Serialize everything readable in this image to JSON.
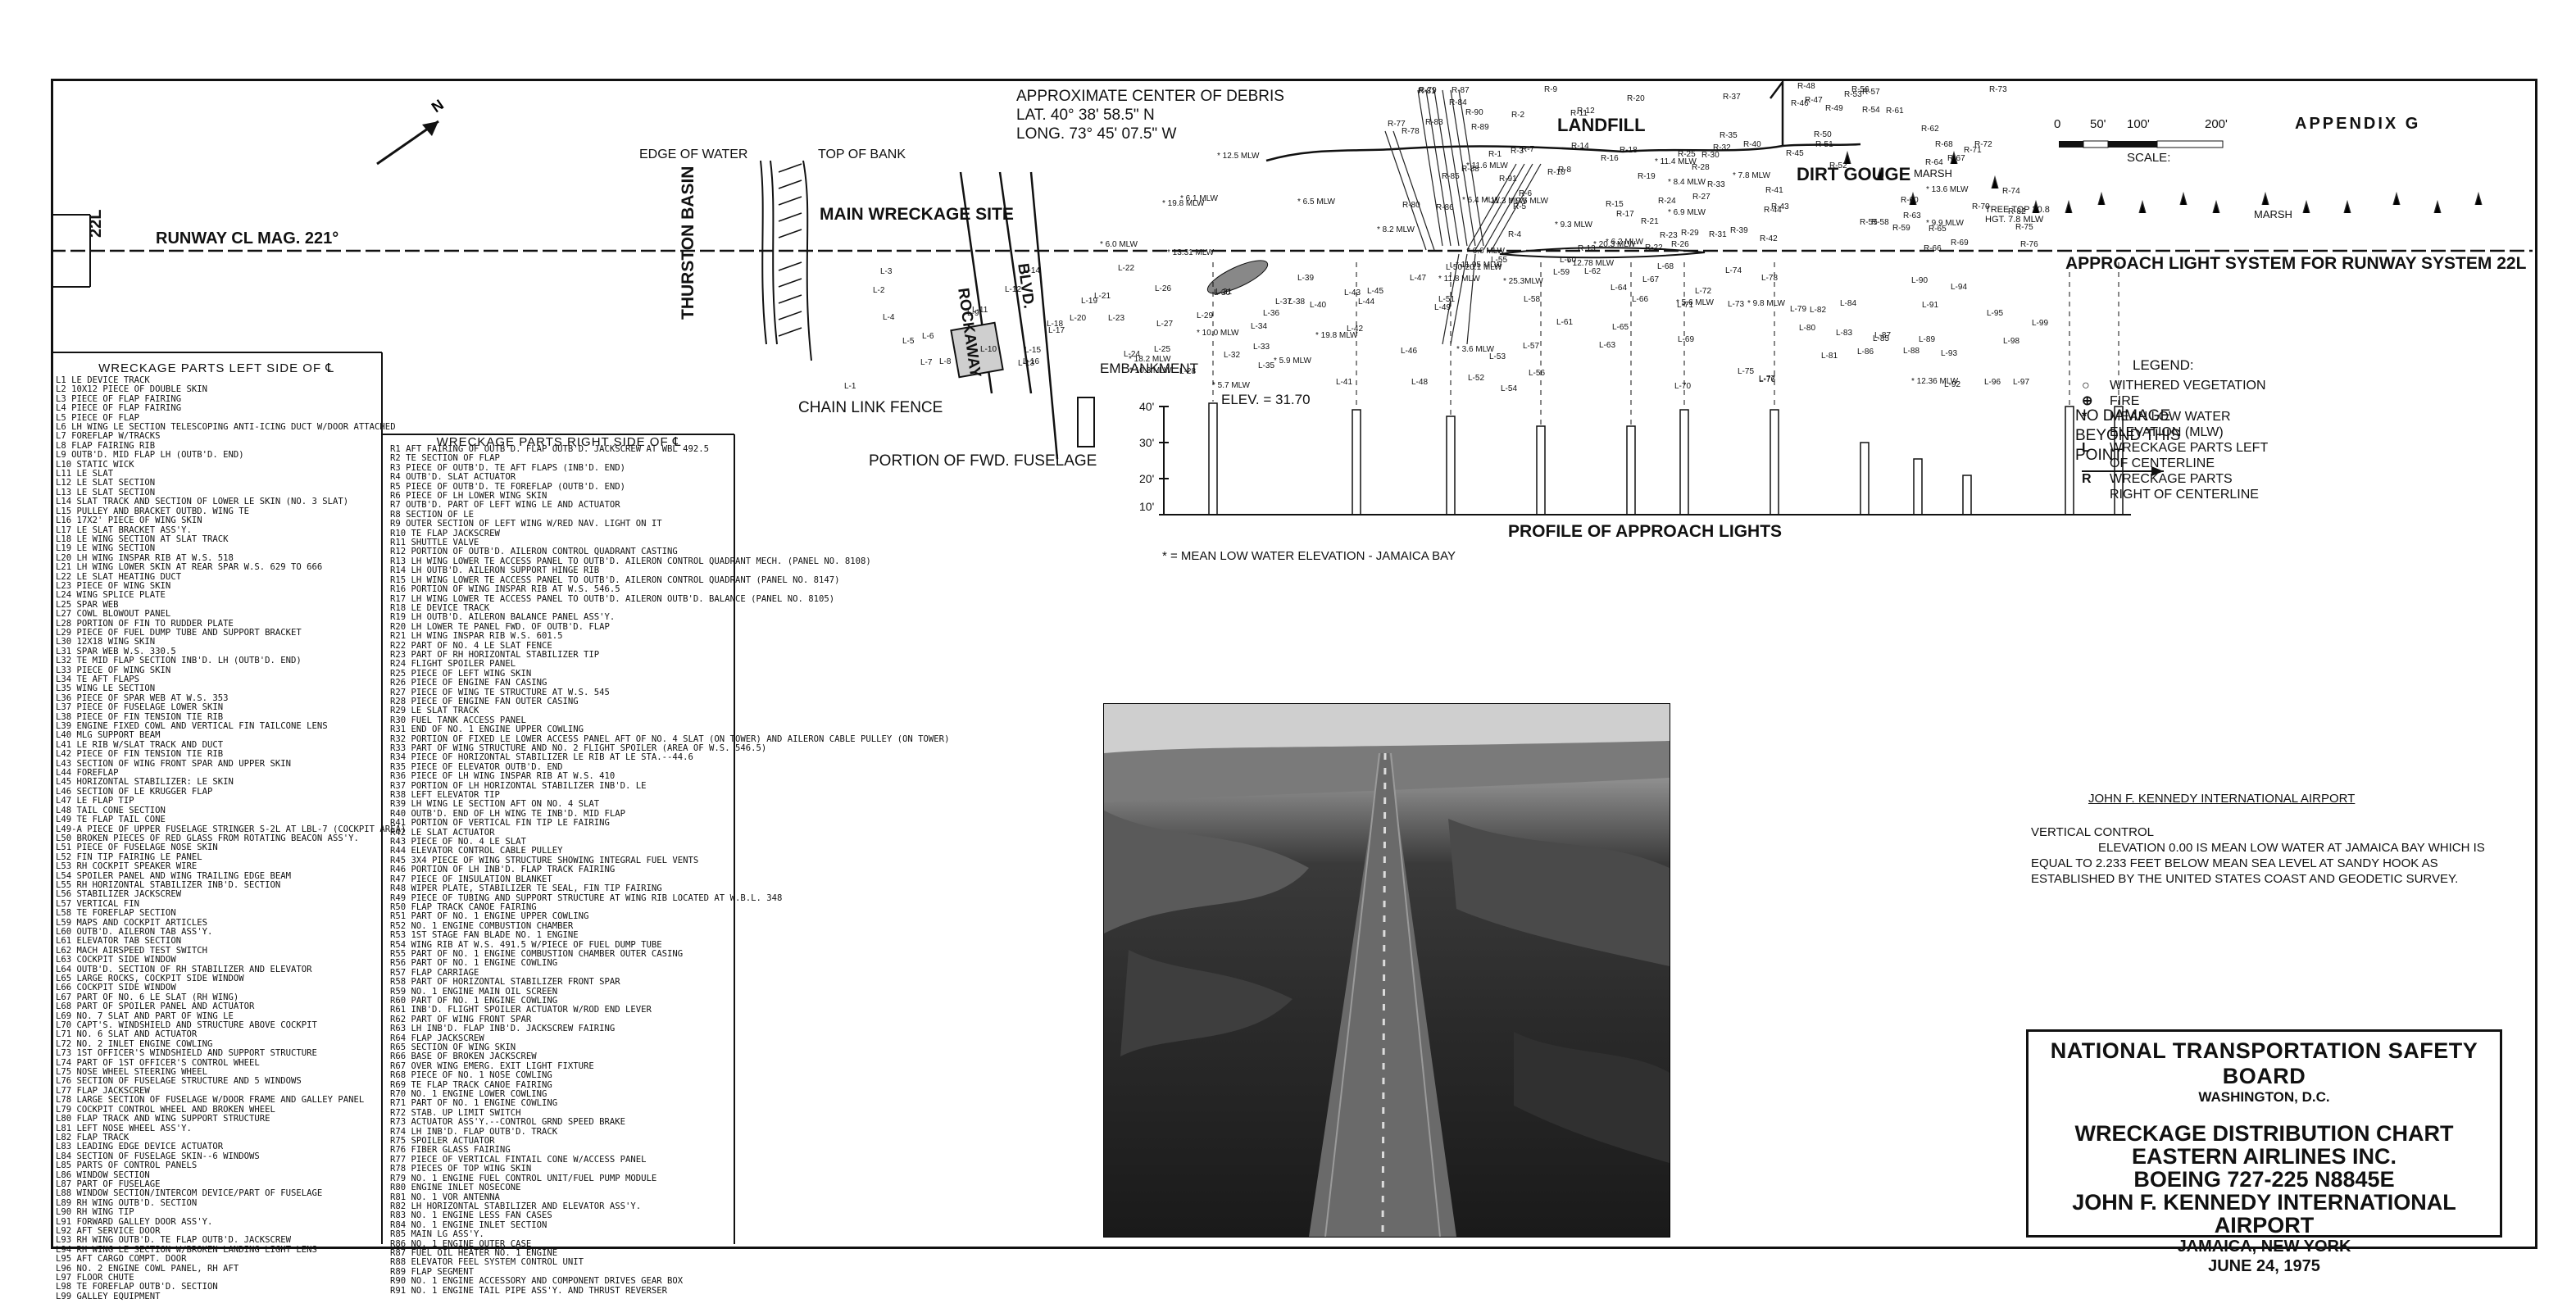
{
  "header": {
    "appendix": "APPENDIX G",
    "scale_label": "SCALE:",
    "scale_ticks": [
      "0",
      "50'",
      "100'",
      "200'"
    ]
  },
  "map": {
    "runway_id": "22L",
    "runway_label": "RUNWAY CL MAG. 221°",
    "edge_of_water": "EDGE OF WATER",
    "top_of_bank": "TOP OF BANK",
    "thurston_basin": "THURSTON BASIN",
    "main_wreckage_site": "MAIN WRECKAGE SITE",
    "rockaway": "ROCKAWAY",
    "blvd": "BLVD.",
    "embankment": "EMBANKMENT",
    "chain_link_fence": "CHAIN LINK FENCE",
    "portion_fwd_fuselage": "PORTION OF FWD. FUSELAGE",
    "approx_center_title": "APPROXIMATE CENTER OF DEBRIS",
    "approx_center_lat": "LAT. 40° 38' 58.5\" N",
    "approx_center_long": "LONG. 73° 45' 07.5\" W",
    "landfill": "LANDFILL",
    "dirt_gouge": "DIRT GOUGE",
    "marsh_1": "MARSH",
    "marsh_2": "MARSH",
    "tree_note": "TREE TOP 20.8 HGT. 7.8 MLW",
    "approach_light_system": "APPROACH LIGHT SYSTEM FOR RUNWAY SYSTEM 22L",
    "elev_label": "ELEV. = 31.70",
    "no_damage": [
      "NO DAMAGE",
      "BEYOND THIS",
      "POINT"
    ],
    "profile_label": "PROFILE OF APPROACH LIGHTS",
    "mlw_note": "* = MEAN LOW WATER ELEVATION - JAMAICA BAY",
    "profile_ticks": [
      "40'",
      "30'",
      "20'",
      "10'"
    ],
    "mlw_marks": [
      "25.3MLW",
      "19.8 MLW",
      "20.1 MLW",
      "18.2 MLW",
      "20.3 MLW",
      "19.8 MLW",
      "11.4 MLW",
      "9.6 MLW",
      "8.4 MLW",
      "12.78 MLW",
      "12.5 MLW",
      "12.36 MLW",
      "13.31 MLW",
      "13.6 MLW",
      "11.8 MLW",
      "6.9 MLW",
      "5.7 MLW",
      "6.4 MLW",
      "9.3 MLW",
      "10.0 MLW",
      "8.2 MLW",
      "10.3 MLW",
      "5.9 MLW",
      "11.3 MLW",
      "6.2 MLW",
      "9.8 MLW",
      "6.1 MLW",
      "11.6 MLW",
      "6.0 MLW",
      "5.6 MLW",
      "9.9 MLW",
      "11.95 MLW",
      "3.6 MLW",
      "6.6 MLW",
      "6.5 MLW",
      "7.8 MLW"
    ],
    "right_tags": [
      "R-82",
      "R-76",
      "R-75",
      "R-74",
      "R-73",
      "R-72",
      "R-71",
      "R-70",
      "R-69",
      "R-68",
      "R-67",
      "R-66",
      "R-65",
      "R-64",
      "R-63",
      "R-62",
      "R-61",
      "R-60",
      "R-59",
      "R-58",
      "R-57",
      "R-56",
      "R-55",
      "R-54",
      "R-53",
      "R-52",
      "R-51",
      "R-50",
      "R-49",
      "R-48",
      "R-47",
      "R-46",
      "R-45",
      "R-44",
      "R-43",
      "R-42",
      "R-41",
      "R-40",
      "R-39",
      "R-37",
      "R-35",
      "R-33",
      "R-32",
      "R-31",
      "R-30",
      "R-29",
      "R-28",
      "R-27",
      "R-26",
      "R-25",
      "R-24",
      "R-23",
      "R-22",
      "R-21",
      "R-20",
      "R-19",
      "R-18",
      "R-17",
      "R-16",
      "R-15",
      "R-14",
      "R-13",
      "R-12",
      "R-11",
      "R-10",
      "R-9",
      "R-8",
      "R-7",
      "R-6",
      "R-5",
      "R-4",
      "R-3",
      "R-2",
      "R-1",
      "R-91",
      "R-90",
      "R-89",
      "R-88",
      "R-87",
      "R-86",
      "R-85",
      "R-84",
      "R-83",
      "R-81",
      "R-80",
      "R-79",
      "R-78",
      "R-77"
    ],
    "left_tags": [
      "L-99",
      "L-98",
      "L-97",
      "L-96",
      "L-95",
      "L-94",
      "L-93",
      "L-92",
      "L-91",
      "L-90",
      "L-89",
      "L-88",
      "L-87",
      "L-86",
      "L-85",
      "L-84",
      "L-83",
      "L-82",
      "L-81",
      "L-80",
      "L-79",
      "L-78",
      "L-77",
      "L-76",
      "L-75",
      "L-74",
      "L-73",
      "L-72",
      "L-71",
      "L-70",
      "L-69",
      "L-68",
      "L-67",
      "L-66",
      "L-65",
      "L-64",
      "L-63",
      "L-62",
      "L-61",
      "L-60",
      "L-59",
      "L-58",
      "L-57",
      "L-56",
      "L-55",
      "L-54",
      "L-53",
      "L-52",
      "L-51",
      "L-50",
      "L-49",
      "L-48",
      "L-47",
      "L-46",
      "L-45",
      "L-44",
      "L-43",
      "L-42",
      "L-41",
      "L-40",
      "L-39",
      "L-38",
      "L-37",
      "L-36",
      "L-35",
      "L-34",
      "L-33",
      "L-32",
      "L-31",
      "L-30",
      "L-29",
      "L-28",
      "L-27",
      "L-26",
      "L-25",
      "L-24",
      "L-23",
      "L-22",
      "L-21",
      "L-20",
      "L-19",
      "L-18",
      "L-17",
      "L-16",
      "L-15",
      "L-14",
      "L-13",
      "L-12",
      "L-11",
      "L-10",
      "L-9",
      "L-8",
      "L-7",
      "L-6",
      "L-5",
      "L-4",
      "L-3",
      "L-2",
      "L-1"
    ]
  },
  "legend": {
    "title": "LEGEND:",
    "items": [
      {
        "sym": "○",
        "text": "WITHERED VEGETATION"
      },
      {
        "sym": "⊕",
        "text": "FIRE"
      },
      {
        "sym": "*",
        "text": "MEAN LOW WATER ELEVATION (MLW)"
      },
      {
        "sym": "L",
        "text": "WRECKAGE PARTS LEFT OF CENTERLINE"
      },
      {
        "sym": "R",
        "text": "WRECKAGE PARTS RIGHT OF CENTERLINE"
      }
    ]
  },
  "left_parts": {
    "title": "WRECKAGE PARTS LEFT SIDE OF ℄",
    "items": [
      "L1 LE DEVICE TRACK",
      "L2 10x12 PIECE OF DOUBLE SKIN",
      "L3 PIECE OF FLAP FAIRING",
      "L4 PIECE OF FLAP FAIRING",
      "L5 PIECE OF FLAP",
      "L6 LH WING LE SECTION TELESCOPING ANTI-ICING DUCT W/DOOR ATTACHED",
      "L7 FOREFLAP W/TRACKS",
      "L8 FLAP FAIRING RIB",
      "L9 OUTB'D. MID FLAP LH (OUTB'D. END)",
      "L10 STATIC WICK",
      "L11 LE SLAT",
      "L12 LE SLAT SECTION",
      "L13 LE SLAT SECTION",
      "L14 SLAT TRACK AND SECTION OF LOWER LE SKIN (NO. 3 SLAT)",
      "L15 PULLEY AND BRACKET OUTBD. WING TE",
      "L16 17x2' PIECE OF WING SKIN",
      "L17 LE SLAT BRACKET ASS'Y.",
      "L18 LE WING SECTION AT SLAT TRACK",
      "L19 LE WING SECTION",
      "L20 LH WING INSPAR RIB AT W.S. 518",
      "L21 LH WING LOWER SKIN AT REAR SPAR W.S. 629 TO 666",
      "L22 LE SLAT HEATING DUCT",
      "L23 PIECE OF WING SKIN",
      "L24 WING SPLICE PLATE",
      "L25 SPAR WEB",
      "L27 COWL BLOWOUT PANEL",
      "L28 PORTION OF FIN TO RUDDER PLATE",
      "L29 PIECE OF FUEL DUMP TUBE AND SUPPORT BRACKET",
      "L30 12x18 WING SKIN",
      "L31 SPAR WEB W.S. 330.5",
      "L32 TE MID FLAP SECTION INB'D. LH (OUTB'D. END)",
      "L33 PIECE OF WING SKIN",
      "L34 TE AFT FLAPS",
      "L35 WING LE SECTION",
      "L36 PIECE OF SPAR WEB AT W.S. 353",
      "L37 PIECE OF FUSELAGE LOWER SKIN",
      "L38 PIECE OF FIN TENSION TIE RIB",
      "L39 ENGINE FIXED COWL AND VERTICAL FIN TAILCONE LENS",
      "L40 MLG SUPPORT BEAM",
      "L41 LE RIB W/SLAT TRACK AND DUCT",
      "L42 PIECE OF FIN TENSION TIE RIB",
      "L43 SECTION OF WING FRONT SPAR AND UPPER SKIN",
      "L44 FOREFLAP",
      "L45 HORIZONTAL STABILIZER: LE SKIN",
      "L46 SECTION OF LE KRUGGER FLAP",
      "L47 LE FLAP TIP",
      "L48 TAIL CONE SECTION",
      "L49 TE FLAP TAIL CONE",
      "L49-A PIECE OF UPPER FUSELAGE STRINGER S-2L AT LBL-7 (COCKPIT AREA)",
      "L50 BROKEN PIECES OF RED GLASS FROM ROTATING BEACON ASS'Y.",
      "L51 PIECE OF FUSELAGE NOSE SKIN",
      "L52 FIN TIP FAIRING LE PANEL",
      "L53 RH COCKPIT SPEAKER WIRE",
      "L54 SPOILER PANEL AND WING TRAILING EDGE BEAM",
      "L55 RH HORIZONTAL STABILIZER INB'D. SECTION",
      "L56 STABILIZER JACKSCREW",
      "L57 VERTICAL FIN",
      "L58 TE FOREFLAP SECTION",
      "L59 MAPS AND COCKPIT ARTICLES",
      "L60 OUTB'D. AILERON TAB ASS'Y.",
      "L61 ELEVATOR TAB SECTION",
      "L62 MACH AIRSPEED TEST SWITCH",
      "L63 COCKPIT SIDE WINDOW",
      "L64 OUTB'D. SECTION OF RH STABILIZER AND ELEVATOR",
      "L65 LARGE ROCKS, COCKPIT SIDE WINDOW",
      "L66 COCKPIT SIDE WINDOW",
      "L67 PART OF NO. 6 LE SLAT (RH WING)",
      "L68 PART OF SPOILER PANEL AND ACTUATOR",
      "L69 NO. 7 SLAT AND PART OF WING LE",
      "L70 CAPT'S. WINDSHIELD AND STRUCTURE ABOVE COCKPIT",
      "L71 NO. 6 SLAT AND ACTUATOR",
      "L72 NO. 2 INLET ENGINE COWLING",
      "L73 1ST OFFICER'S WINDSHIELD AND SUPPORT STRUCTURE",
      "L74 PART OF 1ST OFFICER'S CONTROL WHEEL",
      "L75 NOSE WHEEL STEERING WHEEL",
      "L76 SECTION OF FUSELAGE STRUCTURE AND 5 WINDOWS",
      "L77 FLAP JACKSCREW",
      "L78 LARGE SECTION OF FUSELAGE W/DOOR FRAME AND GALLEY PANEL",
      "L79 COCKPIT CONTROL WHEEL AND BROKEN WHEEL",
      "L80 FLAP TRACK AND WING SUPPORT STRUCTURE",
      "L81 LEFT NOSE WHEEL ASS'Y.",
      "L82 FLAP TRACK",
      "L83 LEADING EDGE DEVICE ACTUATOR",
      "L84 SECTION OF FUSELAGE SKIN--6 WINDOWS",
      "L85 PARTS OF CONTROL PANELS",
      "L86 WINDOW SECTION",
      "L87 PART OF FUSELAGE",
      "L88 WINDOW SECTION/INTERCOM DEVICE/PART OF FUSELAGE",
      "L89 RH WING OUTB'D. SECTION",
      "L90 RH WING TIP",
      "L91 FORWARD GALLEY DOOR ASS'Y.",
      "L92 AFT SERVICE DOOR",
      "L93 RH WING OUTB'D. TE FLAP OUTB'D. JACKSCREW",
      "L94 RH WING LE SECTION W/BROKEN LANDING LIGHT LENS",
      "L95 AFT CARGO COMPT. DOOR",
      "L96 NO. 2 ENGINE COWL PANEL, RH AFT",
      "L97 FLOOR CHUTE",
      "L98 TE FOREFLAP OUTB'D. SECTION",
      "L99 GALLEY EQUIPMENT"
    ]
  },
  "right_parts": {
    "title": "WRECKAGE PARTS RIGHT SIDE OF ℄",
    "items": [
      "R1 AFT FAIRING OF OUTB'D. FLAP OUTB'D. JACKSCREW AT WBL 492.5",
      "R2 TE SECTION OF FLAP",
      "R3 PIECE OF OUTB'D. TE AFT FLAPS (INB'D. END)",
      "R4 OUTB'D. SLAT ACTUATOR",
      "R5 PIECE OF OUTB'D. TE FOREFLAP (OUTB'D. END)",
      "R6 PIECE OF LH LOWER WING SKIN",
      "R7 OUTB'D. PART OF LEFT WING LE AND ACTUATOR",
      "R8 SECTION OF LE",
      "R9 OUTER SECTION OF LEFT WING W/RED NAV. LIGHT ON IT",
      "R10 TE FLAP JACKSCREW",
      "R11 SHUTTLE VALVE",
      "R12 PORTION OF OUTB'D. AILERON CONTROL QUADRANT CASTING",
      "R13 LH WING LOWER TE ACCESS PANEL TO OUTB'D. AILERON CONTROL QUADRANT MECH. (PANEL NO. 8108)",
      "R14 LH OUTB'D. AILERON SUPPORT HINGE RIB",
      "R15 LH WING LOWER TE ACCESS PANEL TO OUTB'D. AILERON CONTROL QUADRANT (PANEL NO. 8147)",
      "R16 PORTION OF WING INSPAR RIB AT W.S. 546.5",
      "R17 LH WING LOWER TE ACCESS PANEL TO OUTB'D. AILERON OUTB'D. BALANCE (PANEL NO. 8105)",
      "R18 LE DEVICE TRACK",
      "R19 LH OUTB'D. AILERON BALANCE PANEL ASS'Y.",
      "R20 LH LOWER TE PANEL FWD. OF OUTB'D. FLAP",
      "R21 LH WING INSPAR RIB W.S. 601.5",
      "R22 PART OF NO. 4 LE SLAT FENCE",
      "R23 PART OF RH HORIZONTAL STABILIZER TIP",
      "R24 FLIGHT SPOILER PANEL",
      "R25 PIECE OF LEFT WING SKIN",
      "R26 PIECE OF ENGINE FAN CASING",
      "R27 PIECE OF WING TE STRUCTURE AT W.S. 545",
      "R28 PIECE OF ENGINE FAN OUTER CASING",
      "R29 LE SLAT TRACK",
      "R30 FUEL TANK ACCESS PANEL",
      "R31 END OF NO. 1 ENGINE UPPER COWLING",
      "R32 PORTION OF FIXED LE LOWER ACCESS PANEL AFT OF NO. 4 SLAT (ON TOWER) AND AILERON CABLE PULLEY (ON TOWER)",
      "R33 PART OF WING STRUCTURE AND NO. 2 FLIGHT SPOILER (AREA OF W.S. 546.5)",
      "R34 PIECE OF HORIZONTAL STABILIZER LE RIB AT LE STA.--44.6",
      "R35 PIECE OF ELEVATOR OUTB'D. END",
      "R36 PIECE OF LH WING INSPAR RIB AT W.S. 410",
      "R37 PORTION OF LH HORIZONTAL STABILIZER INB'D. LE",
      "R38 LEFT ELEVATOR TIP",
      "R39 LH WING LE SECTION AFT ON NO. 4 SLAT",
      "R40 OUTB'D. END OF LH WING TE INB'D. MID FLAP",
      "R41 PORTION OF VERTICAL FIN TIP LE FAIRING",
      "R42 LE SLAT ACTUATOR",
      "R43 PIECE OF NO. 4 LE SLAT",
      "R44 ELEVATOR CONTROL CABLE PULLEY",
      "R45 3x4 PIECE OF WING STRUCTURE SHOWING INTEGRAL FUEL VENTS",
      "R46 PORTION OF LH INB'D. FLAP TRACK FAIRING",
      "R47 PIECE OF INSULATION BLANKET",
      "R48 WIPER PLATE, STABILIZER TE SEAL, FIN TIP FAIRING",
      "R49 PIECE OF TUBING AND SUPPORT STRUCTURE AT WING RIB LOCATED AT W.B.L. 348",
      "R50 FLAP TRACK CANOE FAIRING",
      "R51 PART OF NO. 1 ENGINE UPPER COWLING",
      "R52 NO. 1 ENGINE COMBUSTION CHAMBER",
      "R53 1ST STAGE FAN BLADE NO. 1 ENGINE",
      "R54 WING RIB AT W.S. 491.5 W/PIECE OF FUEL DUMP TUBE",
      "R55 PART OF NO. 1 ENGINE COMBUSTION CHAMBER OUTER CASING",
      "R56 PART OF NO. 1 ENGINE COWLING",
      "R57 FLAP CARRIAGE",
      "R58 PART OF HORIZONTAL STABILIZER FRONT SPAR",
      "R59 NO. 1 ENGINE MAIN OIL SCREEN",
      "R60 PART OF NO. 1 ENGINE COWLING",
      "R61 INB'D. FLIGHT SPOILER ACTUATOR W/ROD END LEVER",
      "R62 PART OF WING FRONT SPAR",
      "R63 LH INB'D. FLAP INB'D. JACKSCREW FAIRING",
      "R64 FLAP JACKSCREW",
      "R65 SECTION OF WING SKIN",
      "R66 BASE OF BROKEN JACKSCREW",
      "R67 OVER WING EMERG. EXIT LIGHT FIXTURE",
      "R68 PIECE OF NO. 1 NOSE COWLING",
      "R69 TE FLAP TRACK CANOE FAIRING",
      "R70 NO. 1 ENGINE LOWER COWLING",
      "R71 PART OF NO. 1 ENGINE COWLING",
      "R72 STAB. UP LIMIT SWITCH",
      "R73 ACTUATOR ASS'Y.--CONTROL GRND SPEED BRAKE",
      "R74 LH INB'D. FLAP OUTB'D. TRACK",
      "R75 SPOILER ACTUATOR",
      "R76 FIBER GLASS FAIRING",
      "R77 PIECE OF VERTICAL FINTAIL CONE W/ACCESS PANEL",
      "R78 PIECES OF TOP WING SKIN",
      "R79 NO. 1 ENGINE FUEL CONTROL UNIT/FUEL PUMP MODULE",
      "R80 ENGINE INLET NOSECONE",
      "R81 NO. 1 VOR ANTENNA",
      "R82 LH HORIZONTAL STABILIZER AND ELEVATOR ASS'Y.",
      "R83 NO. 1 ENGINE LESS FAN CASES",
      "R84 NO. 1 ENGINE INLET SECTION",
      "R85 MAIN LG ASS'Y.",
      "R86 NO. 1 ENGINE OUTER CASE",
      "R87 FUEL OIL HEATER NO. 1 ENGINE",
      "R88 ELEVATOR FEEL SYSTEM CONTROL UNIT",
      "R89 FLAP SEGMENT",
      "R90 NO. 1 ENGINE ACCESSORY AND COMPONENT DRIVES GEAR BOX",
      "R91 NO. 1 ENGINE TAIL PIPE ASS'Y. AND THRUST REVERSER"
    ]
  },
  "airport_note": {
    "title": "JOHN F. KENNEDY INTERNATIONAL AIRPORT",
    "subtitle": "VERTICAL CONTROL",
    "text": "ELEVATION 0.00 IS MEAN LOW WATER AT JAMAICA BAY WHICH IS EQUAL TO 2.233 FEET BELOW MEAN SEA LEVEL AT SANDY HOOK AS ESTABLISHED BY THE UNITED STATES COAST AND GEODETIC SURVEY."
  },
  "title_block": {
    "agency": "NATIONAL TRANSPORTATION SAFETY BOARD",
    "city": "WASHINGTON, D.C.",
    "chart_title": "WRECKAGE DISTRIBUTION CHART",
    "airline": "EASTERN AIRLINES INC.",
    "aircraft": "BOEING 727-225 N8845E",
    "airport": "JOHN F. KENNEDY INTERNATIONAL AIRPORT",
    "location": "JAMAICA, NEW YORK",
    "date": "JUNE 24, 1975"
  }
}
